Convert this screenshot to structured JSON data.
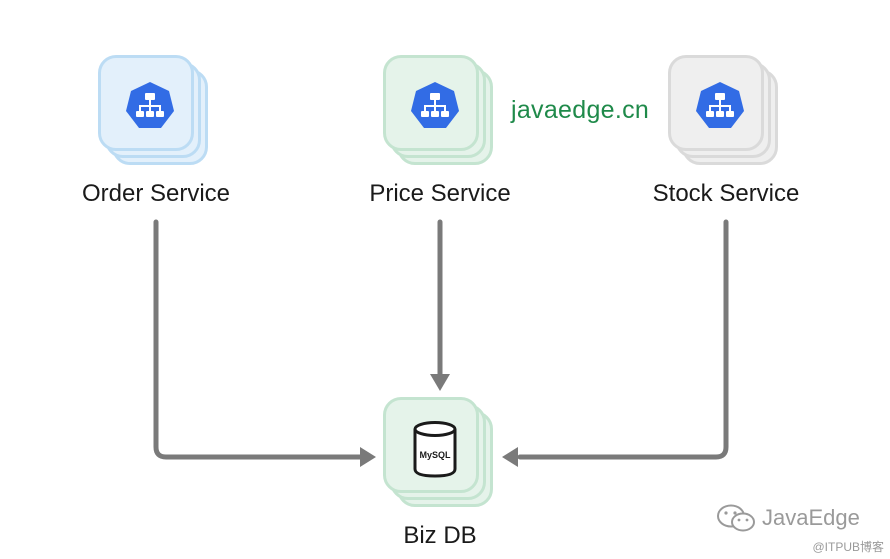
{
  "services": [
    {
      "id": "order",
      "label": "Order Service",
      "icon": "kubernetes-icon",
      "color_theme": "blue"
    },
    {
      "id": "price",
      "label": "Price Service",
      "icon": "kubernetes-icon",
      "color_theme": "green"
    },
    {
      "id": "stock",
      "label": "Stock Service",
      "icon": "kubernetes-icon",
      "color_theme": "gray"
    }
  ],
  "database": {
    "label": "Biz DB",
    "icon_text": "MySQL",
    "icon": "database-icon"
  },
  "watermark": {
    "text": "javaedge.cn",
    "color": "#1f8a4a"
  },
  "footer": {
    "wechat_label": "JavaEdge",
    "source_label": "@ITPUB博客"
  },
  "colors": {
    "arrow": "#7a7a7a",
    "k8s_blue": "#326ce5"
  }
}
